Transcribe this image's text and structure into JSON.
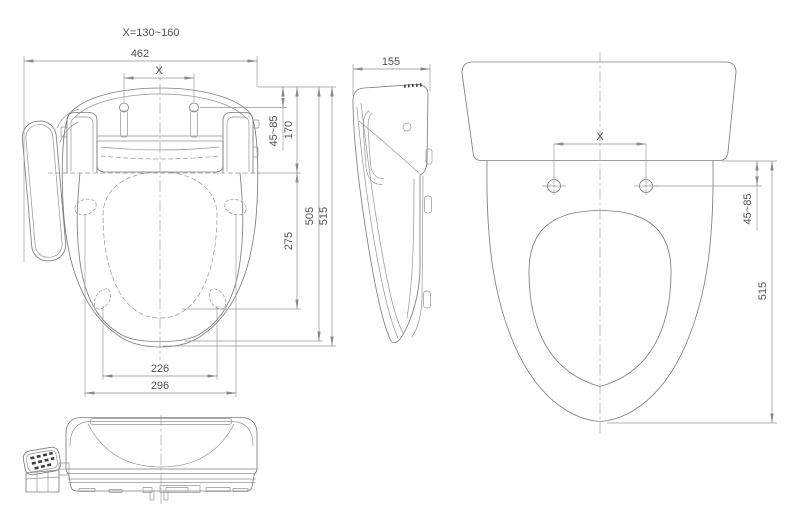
{
  "note": {
    "text": "X=130~160"
  },
  "dims": {
    "top_view": {
      "overall_width": "462",
      "bolt_span": "X",
      "slot_range": "45~85",
      "hinge_depth": "170",
      "opening_depth": "275",
      "seat_depth": "505",
      "overall_depth": "515",
      "bumper_width_inner": "226",
      "bumper_width_outer": "296"
    },
    "side_view": {
      "width": "155"
    },
    "bowl_view": {
      "bolt_span": "X",
      "slot_range": "45~85",
      "depth": "515"
    }
  },
  "colors": {
    "background": "#ffffff",
    "line": "#7d7d7d",
    "dimension_line": "#8f8f8f",
    "text": "#525252",
    "button_dark": "#3f3f3f"
  }
}
